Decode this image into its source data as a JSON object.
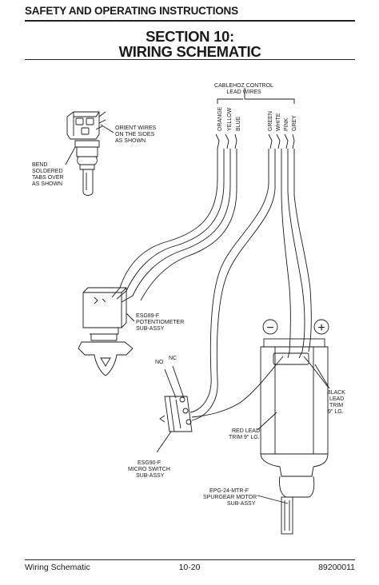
{
  "header": {
    "section_banner": "SAFETY AND OPERATING INSTRUCTIONS"
  },
  "title": {
    "line1": "SECTION 10:",
    "line2": "WIRING SCHEMATIC"
  },
  "footer": {
    "left": "Wiring Schematic",
    "center": "10-20",
    "right": "89200011"
  },
  "labels": {
    "cablehoz_1": "CABLEHOZ CONTROL",
    "cablehoz_2": "LEAD WIRES",
    "wire_orange": "ORANGE",
    "wire_yellow": "YELLOW",
    "wire_blue": "BLUE",
    "wire_green": "GREEN",
    "wire_white": "WHITE",
    "wire_pink": "PINK",
    "wire_grey": "GREY",
    "orient_1": "ORIENT WIRES",
    "orient_2": "ON THE SIDES",
    "orient_3": "AS SHOWN",
    "bend_1": "BEND",
    "bend_2": "SOLDERED",
    "bend_3": "TABS OVER",
    "bend_4": "AS SHOWN",
    "pot_1": "ESG89-F",
    "pot_2": "POTENTIOMETER",
    "pot_3": "SUB-ASSY",
    "no": "NO",
    "nc": "NC",
    "minus": "−",
    "plus": "+",
    "black_1": "BLACK",
    "black_2": "LEAD",
    "black_3": "TRIM",
    "black_4": "9\" LG.",
    "red_1": "RED LEAD",
    "red_2": "TRIM 9\" LG.",
    "switch_1": "ESG90-F",
    "switch_2": "MICRO SWITCH",
    "switch_3": "SUB-ASSY",
    "motor_1": "EPG-24-MTR-F",
    "motor_2": "SPURGEAR MOTOR",
    "motor_3": "SUB-ASSY"
  }
}
